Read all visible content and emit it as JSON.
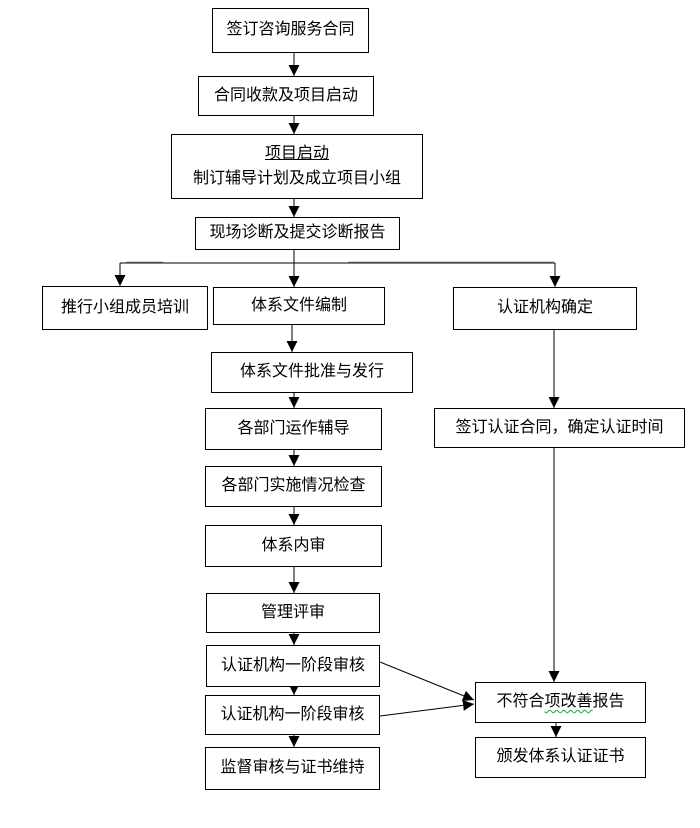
{
  "colors": {
    "background": "#ffffff",
    "box_border": "#000000",
    "connector": "#000000",
    "spellcheck_squiggle": "#00b050",
    "artifact_gray": "#a6a6a6"
  },
  "nodes": {
    "sign_consult_contract": {
      "label": "签订咨询服务合同"
    },
    "contract_payment": {
      "label": "合同收款及项目启动"
    },
    "project_start": {
      "line1": "项目启动",
      "line2": "制订辅导计划及成立项目小组"
    },
    "site_diagnosis": {
      "label": "现场诊断及提交诊断报告"
    },
    "team_training": {
      "label": "推行小组成员培训"
    },
    "doc_drafting": {
      "label": "体系文件编制"
    },
    "cb_selection": {
      "label": "认证机构确定"
    },
    "doc_approval": {
      "label": "体系文件批准与发行"
    },
    "dept_coaching": {
      "label": "各部门运作辅导"
    },
    "cert_contract": {
      "label": "签订认证合同，确定认证时间"
    },
    "impl_check": {
      "label": "各部门实施情况检查"
    },
    "internal_audit": {
      "label": "体系内审"
    },
    "mgmt_review": {
      "label": "管理评审"
    },
    "stage1_audit": {
      "label": "认证机构一阶段审核"
    },
    "stage1_audit_2": {
      "label": "认证机构一阶段审核"
    },
    "surveillance_audit": {
      "label": "监督审核与证书维持"
    },
    "nonconformity_report": {
      "prefix": "不符合",
      "squiggle": "项改善",
      "suffix": "报告"
    },
    "issue_certificate": {
      "label": "颁发体系认证证书"
    }
  }
}
